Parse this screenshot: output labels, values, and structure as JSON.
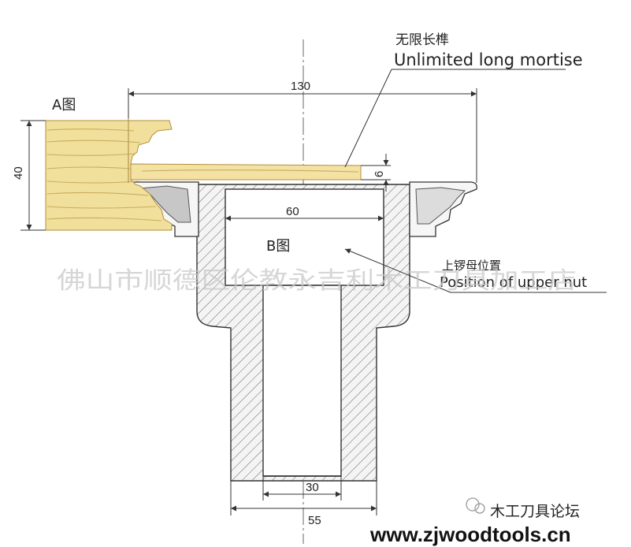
{
  "labels": {
    "title_cn": "无限长榫",
    "title_en": "Unlimited long mortise",
    "fig_a": "A图",
    "fig_b": "B图",
    "nut_cn": "上锣母位置",
    "nut_en": "Position of upper nut"
  },
  "dimensions": {
    "overall_width": "130",
    "height": "40",
    "tenon_thickness": "6",
    "bore_top": "60",
    "bore_bottom": "30",
    "shank_width": "55"
  },
  "watermark": "佛山市顺德区伦教永吉利木工刀具加工店",
  "footer": {
    "forum": "木工刀具论坛",
    "site": "www.zjwoodtools.cn"
  },
  "colors": {
    "wood": "#f1df9c",
    "wood_grain": "#c9ad5c",
    "line": "#333333",
    "cutter_fill": "#f4f4f4",
    "insert_grey": "#c7c7c7"
  }
}
